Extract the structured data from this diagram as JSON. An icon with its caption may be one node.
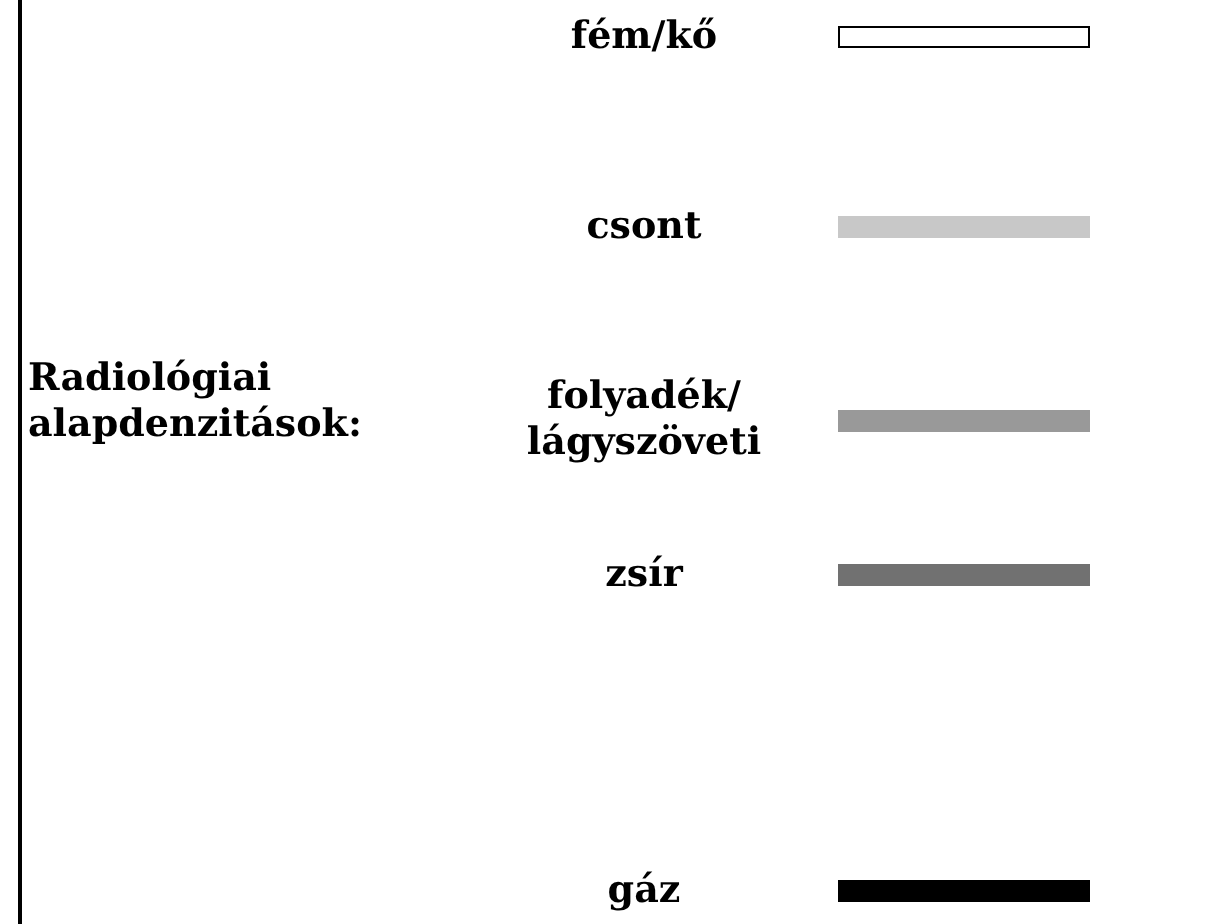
{
  "diagram": {
    "title": "Radiológiai alapdenzitások:",
    "legend": [
      {
        "text": "fém/kő",
        "color": "#ffffff"
      },
      {
        "text": "csont",
        "color": "#c8c8c8"
      },
      {
        "text": "folyadék/ lágyszöveti",
        "color": "#999999"
      },
      {
        "text": "zsír",
        "color": "#717171"
      },
      {
        "text": "gáz",
        "color": "#000000"
      }
    ]
  }
}
